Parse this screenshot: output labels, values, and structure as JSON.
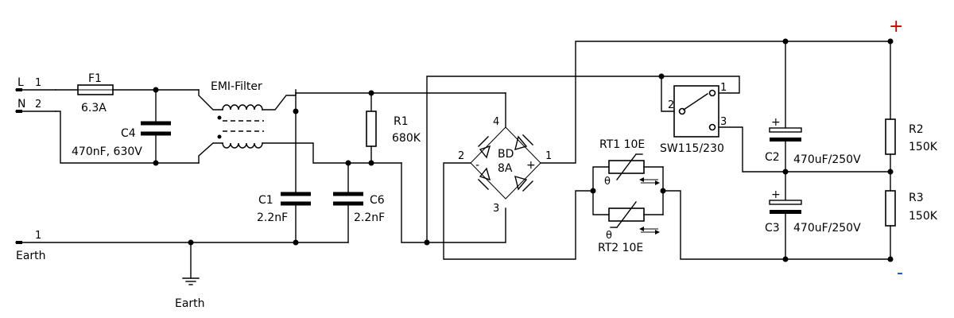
{
  "colors": {
    "positive": "#cc0000",
    "negative": "#0044cc"
  },
  "inputs": {
    "line": {
      "name": "L",
      "pin": "1"
    },
    "neutral": {
      "name": "N",
      "pin": "2"
    },
    "earth": {
      "name": "Earth",
      "pin": "1"
    }
  },
  "ground_label": "Earth",
  "emi_filter": "EMI-Filter",
  "rails": {
    "positive": "+",
    "negative": "-"
  },
  "components": {
    "F1": {
      "ref": "F1",
      "value": "6.3A"
    },
    "C4": {
      "ref": "C4",
      "value": "470nF, 630V"
    },
    "C1": {
      "ref": "C1",
      "value": "2.2nF"
    },
    "C6": {
      "ref": "C6",
      "value": "2.2nF"
    },
    "R1": {
      "ref": "R1",
      "value": "680K"
    },
    "BD": {
      "ref": "BD",
      "value": "8A",
      "pins": {
        "ac_top": "4",
        "ac_bottom": "3",
        "minus": "2",
        "plus": "1"
      },
      "minus_sign": "-",
      "plus_sign": "+"
    },
    "RT1": {
      "ref_value": "RT1 10E"
    },
    "RT2": {
      "ref_value": "RT2 10E"
    },
    "theta": "θ",
    "SW": {
      "ref": "SW115/230",
      "pins": {
        "common": "2",
        "top": "1",
        "bottom": "3"
      }
    },
    "C2": {
      "ref": "C2",
      "value": "470uF/250V",
      "polarity": "+"
    },
    "C3": {
      "ref": "C3",
      "value": "470uF/250V",
      "polarity": "+"
    },
    "R2": {
      "ref": "R2",
      "value": "150K"
    },
    "R3": {
      "ref": "R3",
      "value": "150K"
    }
  }
}
